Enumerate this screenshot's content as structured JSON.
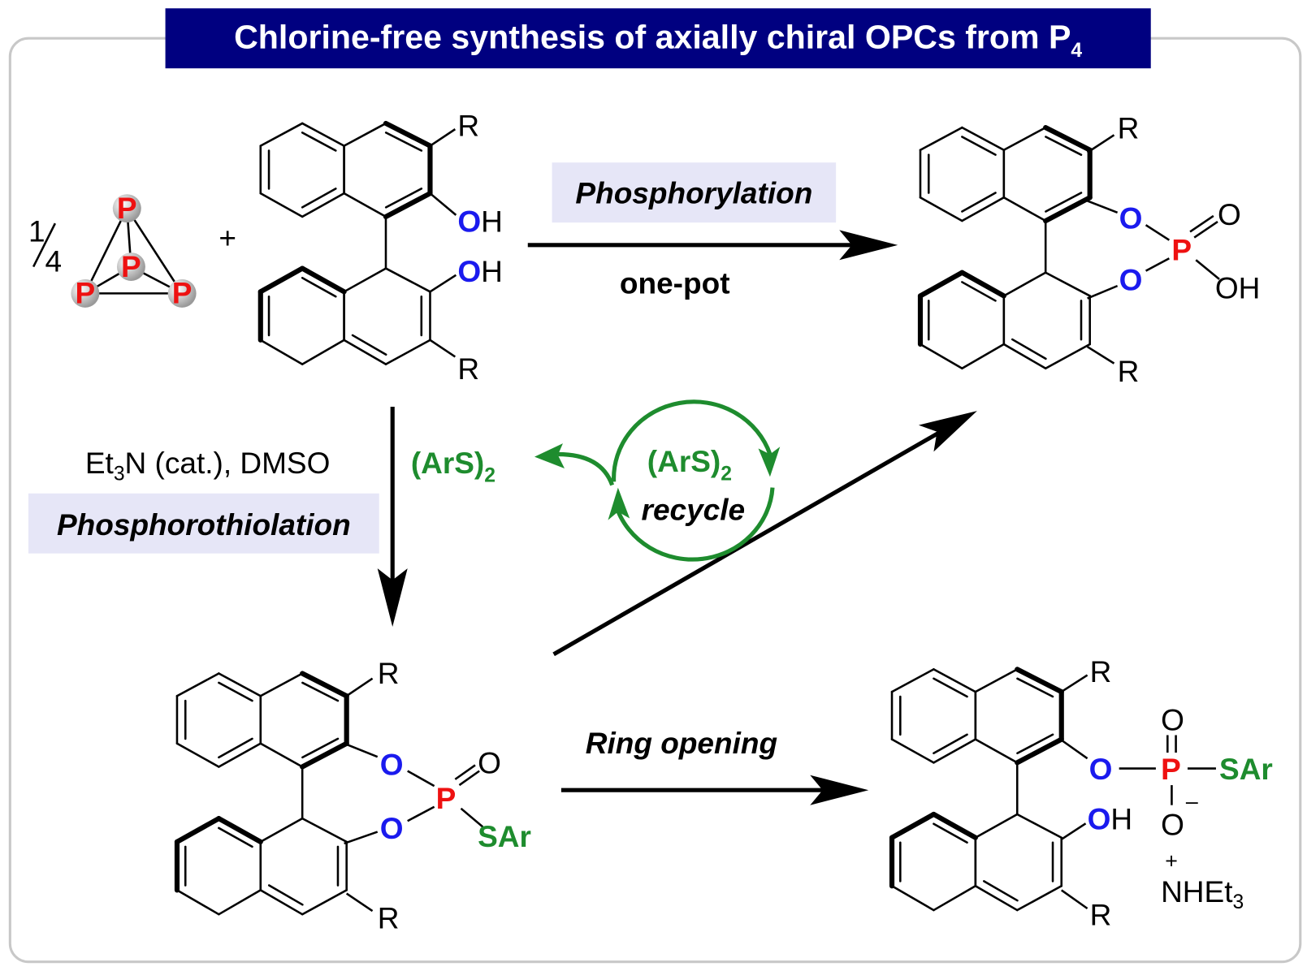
{
  "title": {
    "main": "Chlorine-free synthesis of axially chiral OPCs from P",
    "sub": "4"
  },
  "colors": {
    "title_bg": "#000080",
    "accent_green": "#1e8c2e",
    "atom_red": "#ee1111",
    "atom_blue": "#1a1aee",
    "highlight_bg": "#e6e6f7",
    "frame": "#c8c8c8"
  },
  "reagents": {
    "fraction_num": "1",
    "fraction_den": "4",
    "p_atom": "P",
    "plus": "+",
    "oh": {
      "o": "O",
      "h": "H"
    },
    "r": "R"
  },
  "steps": {
    "phosphorylation": "Phosphorylation",
    "one_pot": "one-pot",
    "conditions": {
      "a": "Et",
      "b": "3",
      "c": "N (cat.), DMSO"
    },
    "phosphorothiolation": "Phosphorothiolation",
    "disulfide": {
      "a": "(ArS)",
      "b": "2"
    },
    "recycle": "recycle",
    "ring_opening": "Ring opening"
  },
  "products": {
    "o": "O",
    "p": "P",
    "oh": "OH",
    "sar": "SAr",
    "minus": "–",
    "plus": "+",
    "nhet": {
      "a": "NHEt",
      "b": "3"
    }
  }
}
